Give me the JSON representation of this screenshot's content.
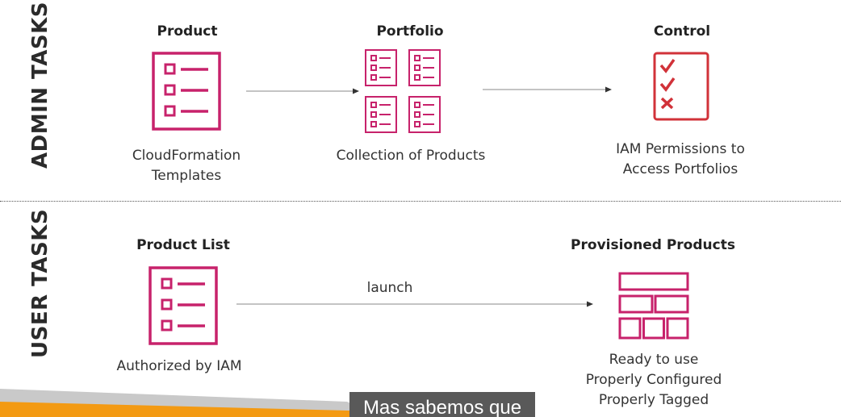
{
  "sections": {
    "admin_label": "ADMIN TASKS",
    "user_label": "USER TASKS"
  },
  "admin": {
    "product": {
      "title": "Product",
      "desc_line1": "CloudFormation",
      "desc_line2": "Templates"
    },
    "portfolio": {
      "title": "Portfolio",
      "desc_line1": "Collection of Products"
    },
    "control": {
      "title": "Control",
      "desc_line1": "IAM Permissions to",
      "desc_line2": "Access Portfolios"
    }
  },
  "user": {
    "product_list": {
      "title": "Product List",
      "desc_line1": "Authorized by IAM"
    },
    "arrow_label": "launch",
    "provisioned": {
      "title": "Provisioned Products",
      "desc_line1": "Ready to use",
      "desc_line2": "Properly Configured",
      "desc_line3": "Properly Tagged"
    }
  },
  "caption": "Mas sabemos que",
  "colors": {
    "icon_magenta": "#c7226b",
    "control_red": "#d13239",
    "orange_bar": "#f39a13",
    "gray_bar": "#c9c9c9"
  }
}
